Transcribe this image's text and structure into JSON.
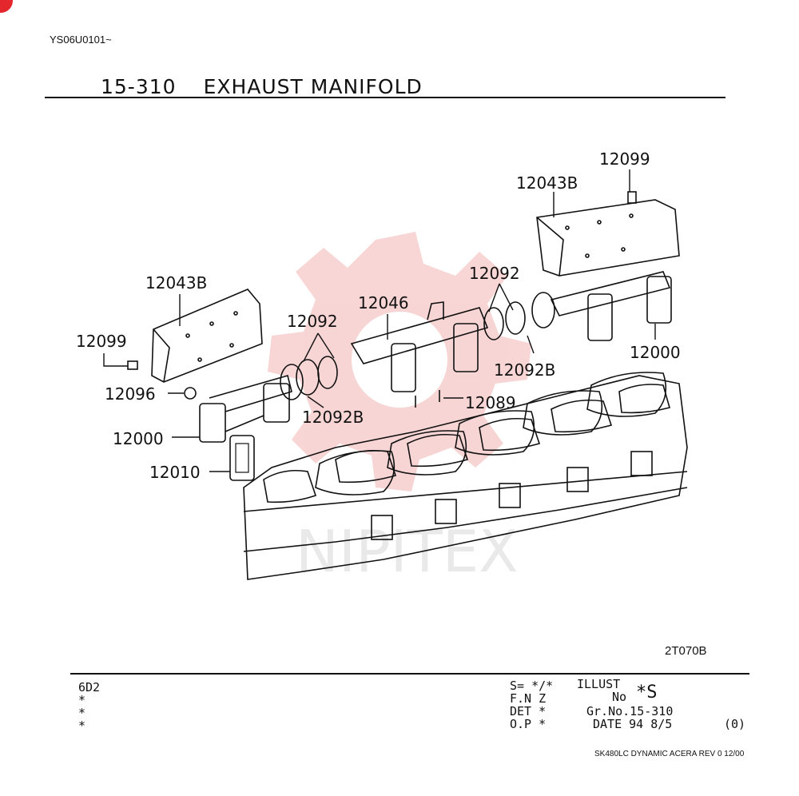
{
  "header": {
    "serial": "YS06U0101~",
    "title_code": "15-310",
    "title_name": "EXHAUST MANIFOLD"
  },
  "diagram": {
    "parts": {
      "p12099_top": "12099",
      "p12043B_top": "12043B",
      "p12092_top": "12092",
      "p12043B_left": "12043B",
      "p12046": "12046",
      "p12092_mid": "12092",
      "p12099_left": "12099",
      "p12000_right": "12000",
      "p12092B_right": "12092B",
      "p12096": "12096",
      "p12089": "12089",
      "p12092B_left": "12092B",
      "p12000_left": "12000",
      "p12010": "12010"
    },
    "figure_code": "2T070B",
    "watermark": "NIPITEX"
  },
  "footer_block": {
    "model_codes": [
      "6D2",
      "*",
      "*",
      "*"
    ],
    "s_line": "S= */*",
    "illust_label": "ILLUST",
    "no_label": "No",
    "illust_value": "*S",
    "fnz": "F.N Z",
    "det": "DET *",
    "grno": "Gr.No.15-310",
    "op": "O.P *",
    "date": "DATE 94 8/5",
    "rev_code": "(0)"
  },
  "doc_footer": "SK480LC DYNAMIC ACERA REV 0 12/00",
  "colors": {
    "ink": "#111111",
    "watermark": "#f3b4b4",
    "badge": "#e4262d"
  }
}
